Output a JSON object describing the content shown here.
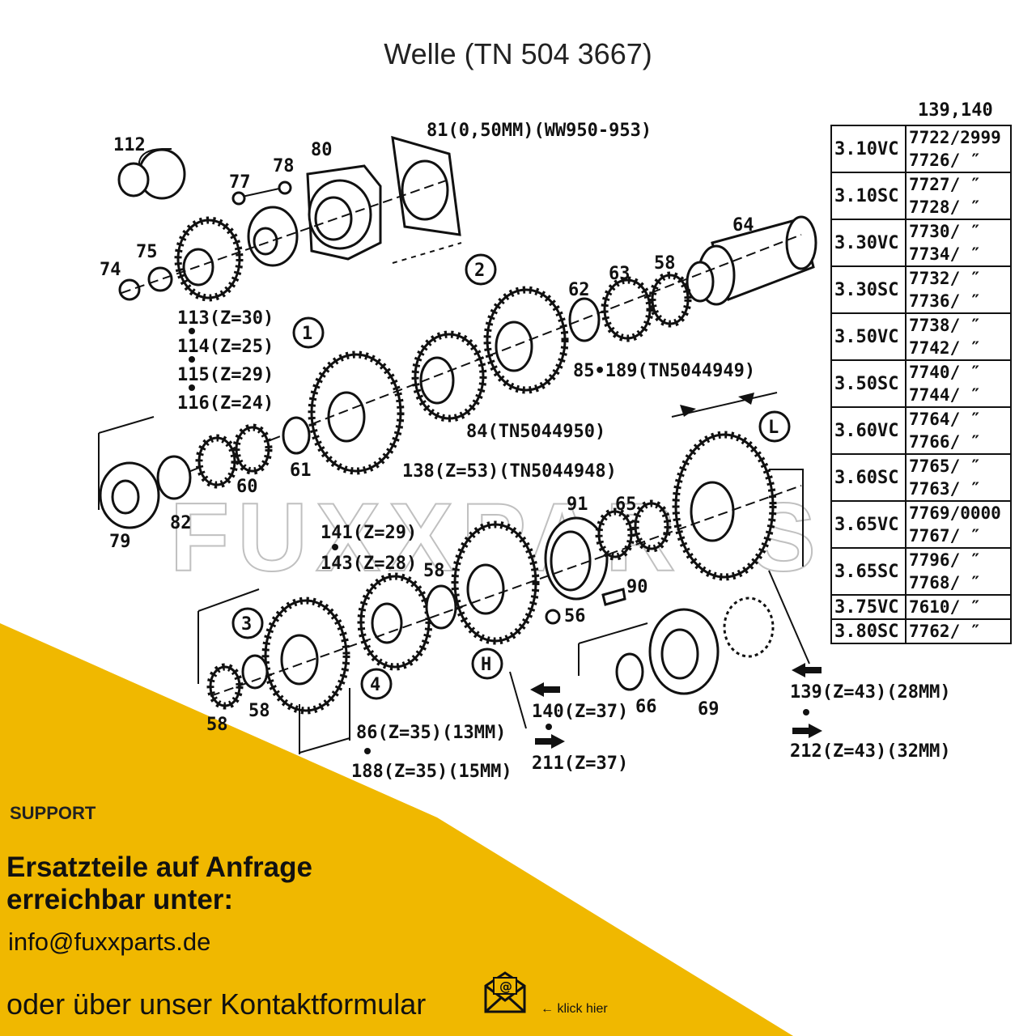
{
  "title": "Welle (TN 504 3667)",
  "watermark": "FUXXPARTS",
  "colors": {
    "accent": "#f0b800",
    "text": "#111111"
  },
  "labels": {
    "p112": "112",
    "p77": "77",
    "p78": "78",
    "p80": "80",
    "p81": "81(0,50MM)(WW950-953)",
    "p74": "74",
    "p75": "75",
    "p113": "113(Z=30)",
    "p114": "114(Z=25)",
    "p115": "115(Z=29)",
    "p116": "116(Z=24)",
    "p64": "64",
    "p62": "62",
    "p63": "63",
    "p58a": "58",
    "c2": "2",
    "c1": "1",
    "cL": "L",
    "cH": "H",
    "c3": "3",
    "c4": "4",
    "p85": "85•189(TN5044949)",
    "p84": "84(TN5044950)",
    "p138": "138(Z=53)(TN5044948)",
    "p79": "79",
    "p82": "82",
    "p60": "60",
    "p61": "61",
    "p141": "141(Z=29)",
    "p143": "143(Z=28)",
    "p58b": "58",
    "p91": "91",
    "p65": "65",
    "p90": "90",
    "p56": "56",
    "p58c": "58",
    "p58d": "58",
    "p86": "86(Z=35)(13MM)",
    "p188": "188(Z=35)(15MM)",
    "p140": "140(Z=37)",
    "p211": "211(Z=37)",
    "p66": "66",
    "p69": "69",
    "p139": "139(Z=43)(28MM)",
    "p212": "212(Z=43)(32MM)"
  },
  "table": {
    "header": "139,140",
    "rows": [
      {
        "model": "3.10VC",
        "codes": [
          "7722/2999",
          "7726/ ″"
        ]
      },
      {
        "model": "3.10SC",
        "codes": [
          "7727/ ″",
          "7728/ ″"
        ]
      },
      {
        "model": "3.30VC",
        "codes": [
          "7730/ ″",
          "7734/ ″"
        ]
      },
      {
        "model": "3.30SC",
        "codes": [
          "7732/ ″",
          "7736/ ″"
        ]
      },
      {
        "model": "3.50VC",
        "codes": [
          "7738/ ″",
          "7742/ ″"
        ]
      },
      {
        "model": "3.50SC",
        "codes": [
          "7740/ ″",
          "7744/ ″"
        ]
      },
      {
        "model": "3.60VC",
        "codes": [
          "7764/ ″",
          "7766/ ″"
        ]
      },
      {
        "model": "3.60SC",
        "codes": [
          "7765/ ″",
          "7763/ ″"
        ]
      },
      {
        "model": "3.65VC",
        "codes": [
          "7769/0000",
          "7767/ ″"
        ]
      },
      {
        "model": "3.65SC",
        "codes": [
          "7796/ ″",
          "7768/ ″"
        ]
      },
      {
        "model": "3.75VC",
        "codes": [
          "7610/ ″"
        ]
      },
      {
        "model": "3.80SC",
        "codes": [
          "7762/ ″"
        ]
      }
    ]
  },
  "support": {
    "heading": "SUPPORT",
    "line1": "Ersatzteile auf Anfrage",
    "line2": "erreichbar unter:",
    "email": "info@fuxxparts.de",
    "contact": "oder über unser Kontaktformular",
    "klick": "← klick hier"
  }
}
